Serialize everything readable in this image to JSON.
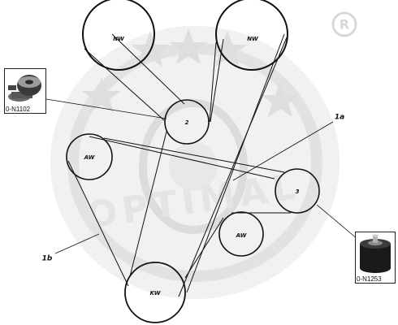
{
  "registered_mark": "®",
  "watermark_text": "OPTIMAL",
  "pulleys": [
    {
      "id": "nw1",
      "label": "NW"
    },
    {
      "id": "nw2",
      "label": "NW"
    },
    {
      "id": "p2",
      "label": "2"
    },
    {
      "id": "aw1",
      "label": "AW"
    },
    {
      "id": "p3",
      "label": "3"
    },
    {
      "id": "aw2",
      "label": "AW"
    },
    {
      "id": "kw",
      "label": "KW"
    }
  ],
  "belt_labels": {
    "belt_1a": "1a",
    "belt_1b": "1b"
  },
  "parts": {
    "tensioner": {
      "code": "0-N1102",
      "icon": "tensioner-pulley-icon"
    },
    "idler": {
      "code": "0-N1253",
      "icon": "idler-roller-icon"
    }
  },
  "colors": {
    "ink": "#111111",
    "watermark": "#e6e6e6",
    "watermark_dark": "#d2d2d2"
  }
}
